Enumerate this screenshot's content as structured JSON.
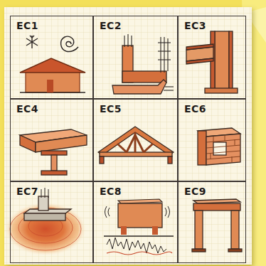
{
  "diagram": {
    "nodes": [
      {
        "text": [
          "EC1"
        ]
      },
      {
        "text": [
          "EC2"
        ]
      },
      {
        "text": [
          "EC3"
        ]
      },
      {
        "text": [
          "EC4"
        ]
      },
      {
        "text": [
          "EC5"
        ]
      },
      {
        "text": [
          "EC6"
        ]
      },
      {
        "text": [
          "EC7"
        ]
      },
      {
        "text": [
          "EC8"
        ]
      },
      {
        "text": [
          "EC9"
        ]
      }
    ]
  }
}
